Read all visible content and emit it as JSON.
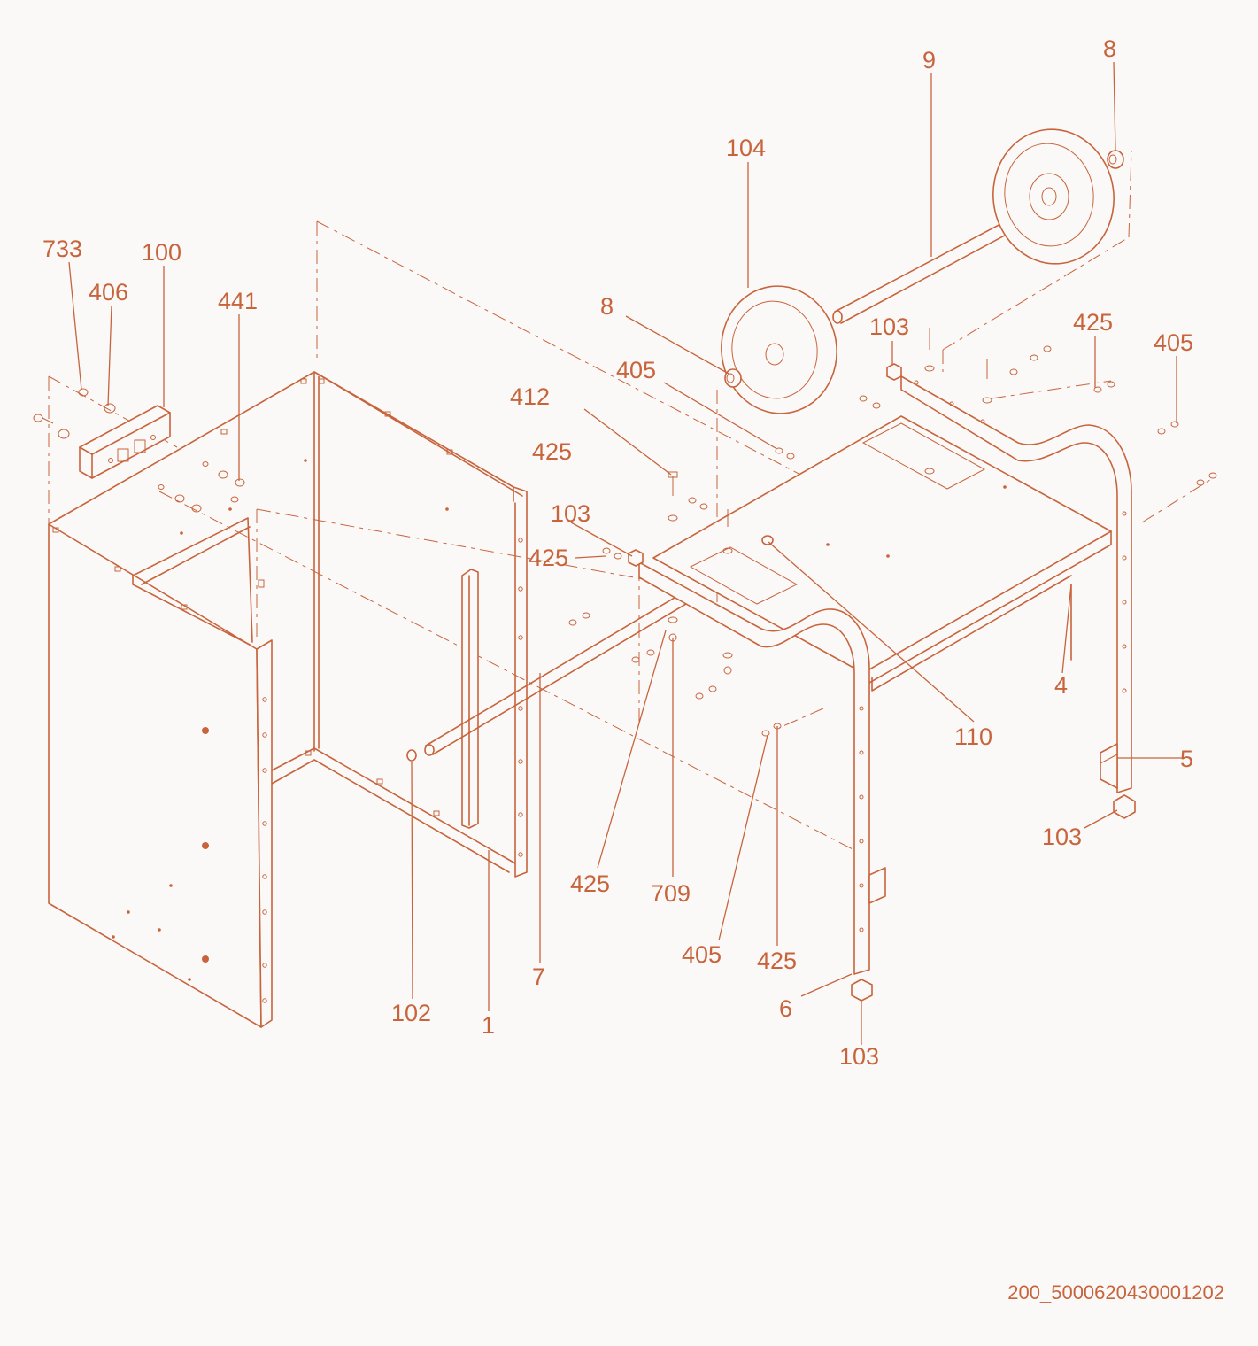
{
  "diagram": {
    "accent_color": "#c8643c",
    "background": "#faf9f8",
    "callouts": [
      {
        "id": "c-733",
        "text": "733"
      },
      {
        "id": "c-100",
        "text": "100"
      },
      {
        "id": "c-406",
        "text": "406"
      },
      {
        "id": "c-441",
        "text": "441"
      },
      {
        "id": "c-104",
        "text": "104"
      },
      {
        "id": "c-9",
        "text": "9"
      },
      {
        "id": "c-8a",
        "text": "8"
      },
      {
        "id": "c-8b",
        "text": "8"
      },
      {
        "id": "c-405a",
        "text": "405"
      },
      {
        "id": "c-412",
        "text": "412"
      },
      {
        "id": "c-425a",
        "text": "425"
      },
      {
        "id": "c-103a",
        "text": "103"
      },
      {
        "id": "c-425b",
        "text": "425"
      },
      {
        "id": "c-103b",
        "text": "103"
      },
      {
        "id": "c-425c",
        "text": "425"
      },
      {
        "id": "c-405b",
        "text": "405"
      },
      {
        "id": "c-4",
        "text": "4"
      },
      {
        "id": "c-110",
        "text": "110"
      },
      {
        "id": "c-5",
        "text": "5"
      },
      {
        "id": "c-103c",
        "text": "103"
      },
      {
        "id": "c-425d",
        "text": "425"
      },
      {
        "id": "c-709",
        "text": "709"
      },
      {
        "id": "c-405c",
        "text": "405"
      },
      {
        "id": "c-425e",
        "text": "425"
      },
      {
        "id": "c-6",
        "text": "6"
      },
      {
        "id": "c-103d",
        "text": "103"
      },
      {
        "id": "c-102",
        "text": "102"
      },
      {
        "id": "c-1",
        "text": "1"
      },
      {
        "id": "c-7",
        "text": "7"
      }
    ],
    "drawing_code": "200_5000620430001202"
  }
}
